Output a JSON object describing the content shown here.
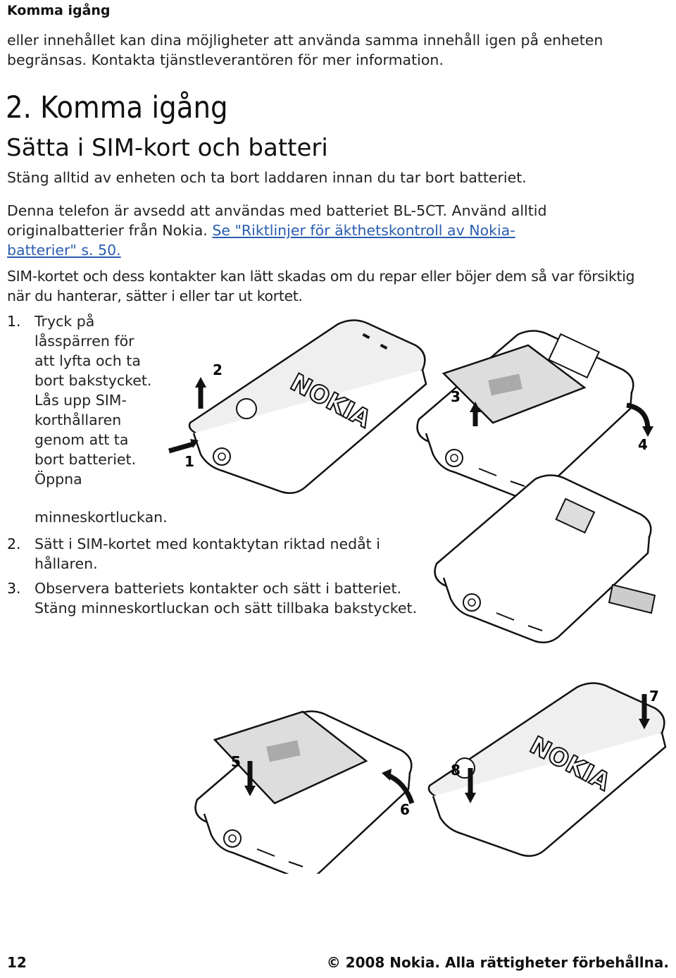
{
  "running_header": "Komma igång",
  "intro": {
    "line1": "eller innehållet kan dina möjligheter att använda samma innehåll igen på enheten",
    "line2": "begränsas. Kontakta tjänstleverantören för mer information."
  },
  "chapter_title": "2. Komma igång",
  "section_title": "Sätta i SIM-kort och batteri",
  "para1": "Stäng alltid av enheten och ta bort laddaren innan du tar bort batteriet.",
  "para2": {
    "line1": "Denna telefon är avsedd att användas med batteriet BL-5CT. Använd alltid",
    "line2_text": "originalbatterier från Nokia. ",
    "line2_link": "Se \"Riktlinjer för äkthetskontroll av Nokia-",
    "line3_link": "batterier\" s. 50."
  },
  "para3": {
    "line1": "SIM-kortet och dess kontakter kan lätt skadas om du repar eller böjer dem så var försiktig",
    "line2": "när du hanterar, sätter i eller tar ut kortet."
  },
  "steps": [
    {
      "number": "1.",
      "lines": [
        "Tryck på",
        "låsspärren för",
        "att lyfta och ta",
        "bort bakstycket.",
        "Lås upp SIM-",
        "korthållaren",
        "genom att ta",
        "bort batteriet.",
        "Öppna",
        "minneskortluckan."
      ]
    },
    {
      "number": "2.",
      "lines": [
        "Sätt i SIM-kortet med kontaktytan riktad nedåt i",
        "hållaren."
      ]
    },
    {
      "number": "3.",
      "lines": [
        "Observera batteriets kontakter och sätt i batteriet.",
        "Stäng minneskortluckan och sätt tillbaka bakstycket."
      ]
    }
  ],
  "illustration": {
    "brand": "NOKIA",
    "callouts": [
      "1",
      "2",
      "3",
      "4",
      "5",
      "6",
      "7",
      "8"
    ]
  },
  "footer": {
    "page_number": "12",
    "copyright": "© 2008 Nokia. Alla rättigheter förbehållna."
  }
}
